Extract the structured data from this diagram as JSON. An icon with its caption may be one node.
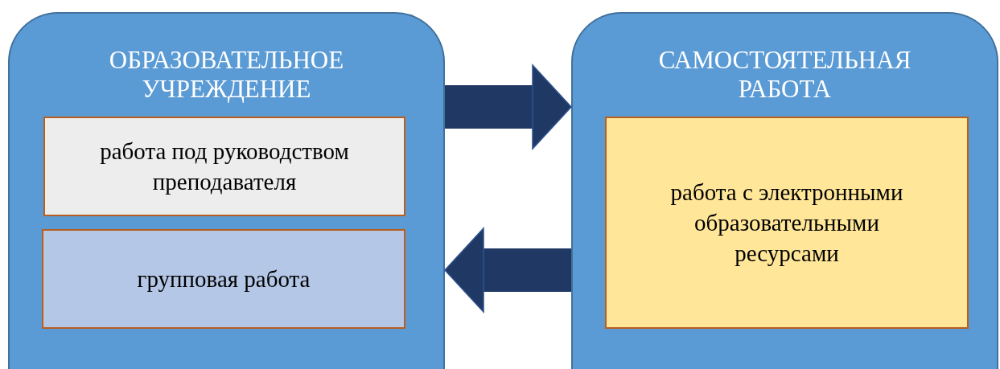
{
  "diagram": {
    "nodes": [
      {
        "text": [
          "ОБРАЗОВАТЕЛЬНОЕ УЧРЕЖДЕНИЕ"
        ]
      },
      {
        "text": [
          "работа под руководством преподавателя"
        ],
        "in": 0
      },
      {
        "text": [
          "групповая работа"
        ],
        "in": 0
      },
      {
        "text": [
          "САМОСТОЯТЕЛЬНАЯ РАБОТА"
        ]
      },
      {
        "text": [
          "работа с электронными образовательными ресурсами"
        ],
        "in": 3
      }
    ],
    "edges": [
      {
        "from": 0,
        "to": 3,
        "arrow": "to"
      },
      {
        "from": 3,
        "to": 0,
        "arrow": "to"
      }
    ]
  }
}
